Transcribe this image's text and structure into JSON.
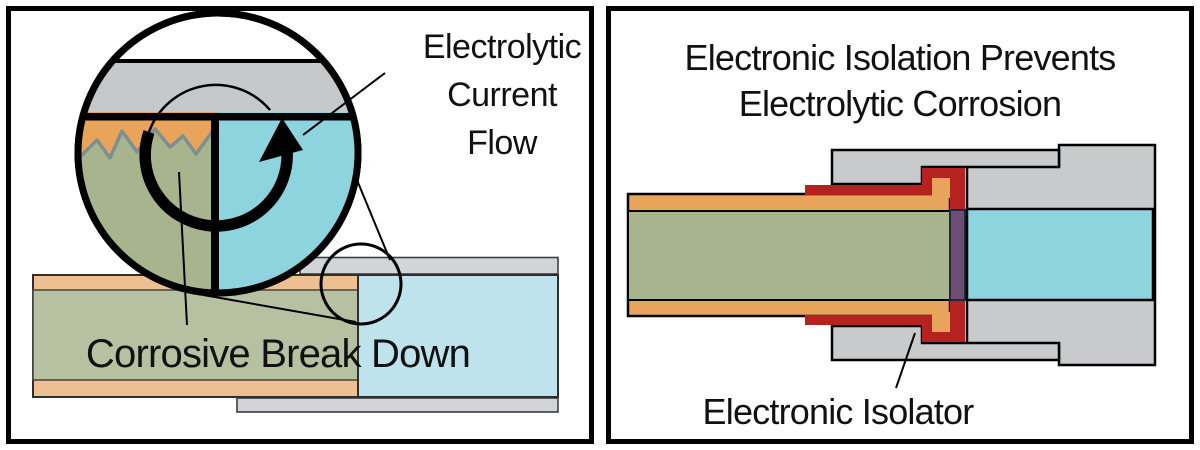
{
  "colors": {
    "panel_bg": "#FFFFFF",
    "outline": "#000000",
    "gray_fitting": "#C9CACB",
    "gray_strip": "#D3D4D5",
    "gray_band": "#C7C8C9",
    "orange": "#E9A45C",
    "orange_pale": "#EEC091",
    "green": "#A8B48E",
    "green_pale": "#B7C0A0",
    "blue": "#8DD4DF",
    "blue_pale": "#BFE3EC",
    "red": "#B4231F",
    "purple": "#6E4E73",
    "zigzag": "#7D8F8F",
    "text": "#111111"
  },
  "left_panel": {
    "flow_label_line1": "Electrolytic",
    "flow_label_line2": "Current",
    "flow_label_line3": "Flow",
    "breakdown_label": "Corrosive Break Down"
  },
  "right_panel": {
    "title_line1": "Electronic Isolation Prevents",
    "title_line2": "Electrolytic Corrosion",
    "isolator_label": "Electronic Isolator"
  }
}
